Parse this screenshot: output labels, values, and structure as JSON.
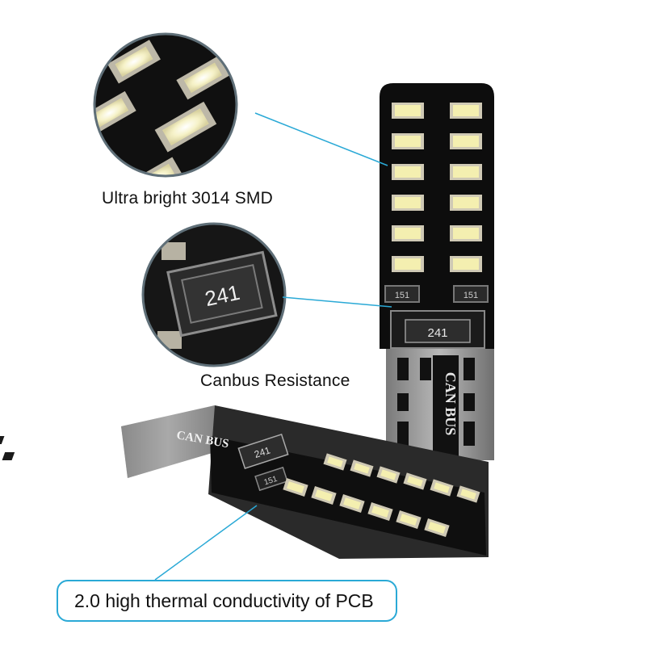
{
  "callouts": {
    "smd": "Ultra bright 3014 SMD",
    "canbus": "Canbus Resistance",
    "pcb": "2.0 high thermal conductivity of PCB"
  },
  "markings": {
    "resistor_large": "241",
    "resistor_small": "151",
    "brand": "CAN BUS"
  },
  "colors": {
    "accent_line": "#2aa9d6",
    "pcb_black": "#111111",
    "led_yellow": "#f4efb0"
  }
}
